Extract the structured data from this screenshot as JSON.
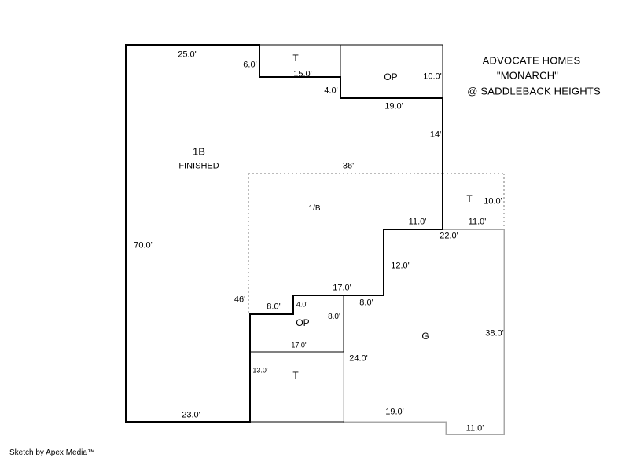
{
  "header": {
    "line1": "ADVOCATE HOMES",
    "line2": "\"MONARCH\"",
    "line3": "@ SADDLEBACK HEIGHTS"
  },
  "credit": "Sketch by Apex Media™",
  "areas": {
    "main": "1B",
    "main_status": "FINISHED",
    "half_basement": "1/B",
    "tile_top": "T",
    "tile_right": "T",
    "tile_bottom": "T",
    "open_porch_top": "OP",
    "open_porch_bottom": "OP",
    "garage": "G"
  },
  "dims": {
    "top_width": "25.0'",
    "top_step_height": "6.0'",
    "top_step_width": "15.0'",
    "top_step2_height": "4.0'",
    "op_top_width": "19.0'",
    "op_top_height": "10.0'",
    "right_upper": "14'",
    "basement_width": "36'",
    "tile_right_height": "10.0'",
    "tile_right_width": "11.0'",
    "garage_top_left": "11.0'",
    "garage_top_total": "22.0'",
    "garage_upper_left": "12.0'",
    "left_height": "70.0'",
    "basement_height": "46'",
    "mid_wall": "17.0'",
    "notch_width": "8.0'",
    "notch_height": "4.0'",
    "garage_top_segment": "8.0'",
    "op_bottom_height": "8.0'",
    "garage_right": "38.0'",
    "tile_bottom_width": "17.0'",
    "garage_left": "24.0'",
    "tile_bottom_height": "13.0'",
    "bottom_width": "23.0'",
    "garage_bottom": "19.0'",
    "garage_bottom_right": "11.0'"
  },
  "colors": {
    "wall": "#000000",
    "garage_line": "#a8a8a8",
    "dashed_line": "#777777",
    "background": "#ffffff"
  }
}
